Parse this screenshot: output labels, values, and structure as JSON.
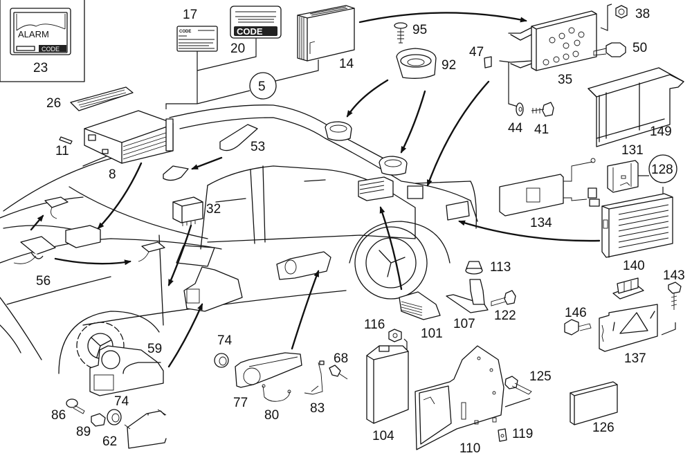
{
  "diagram": {
    "title": "Audio / radio system exploded parts diagram",
    "inset": {
      "callout": "23",
      "screen_text": "ALARM",
      "badge_text": "CODE"
    },
    "code_card_text": "CODE",
    "code_sticker_text": "CODE",
    "group_circles": [
      {
        "id": "5",
        "label": "5"
      },
      {
        "id": "128",
        "label": "128"
      }
    ],
    "callouts": [
      {
        "id": "17",
        "label": "17"
      },
      {
        "id": "20",
        "label": "20"
      },
      {
        "id": "14",
        "label": "14"
      },
      {
        "id": "95",
        "label": "95"
      },
      {
        "id": "92",
        "label": "92"
      },
      {
        "id": "47",
        "label": "47"
      },
      {
        "id": "38",
        "label": "38"
      },
      {
        "id": "50",
        "label": "50"
      },
      {
        "id": "35",
        "label": "35"
      },
      {
        "id": "44",
        "label": "44"
      },
      {
        "id": "41",
        "label": "41"
      },
      {
        "id": "149",
        "label": "149"
      },
      {
        "id": "26",
        "label": "26"
      },
      {
        "id": "11",
        "label": "11"
      },
      {
        "id": "8",
        "label": "8"
      },
      {
        "id": "53",
        "label": "53"
      },
      {
        "id": "32",
        "label": "32"
      },
      {
        "id": "56",
        "label": "56"
      },
      {
        "id": "131",
        "label": "131"
      },
      {
        "id": "134",
        "label": "134"
      },
      {
        "id": "113",
        "label": "113"
      },
      {
        "id": "140",
        "label": "140"
      },
      {
        "id": "143",
        "label": "143"
      },
      {
        "id": "146",
        "label": "146"
      },
      {
        "id": "107",
        "label": "107"
      },
      {
        "id": "122",
        "label": "122"
      },
      {
        "id": "101",
        "label": "101"
      },
      {
        "id": "137",
        "label": "137"
      },
      {
        "id": "116",
        "label": "116"
      },
      {
        "id": "125",
        "label": "125"
      },
      {
        "id": "104",
        "label": "104"
      },
      {
        "id": "110",
        "label": "110"
      },
      {
        "id": "119",
        "label": "119"
      },
      {
        "id": "126",
        "label": "126"
      },
      {
        "id": "59",
        "label": "59"
      },
      {
        "id": "74a",
        "label": "74"
      },
      {
        "id": "74b",
        "label": "74"
      },
      {
        "id": "86",
        "label": "86"
      },
      {
        "id": "89",
        "label": "89"
      },
      {
        "id": "62",
        "label": "62"
      },
      {
        "id": "77",
        "label": "77"
      },
      {
        "id": "80",
        "label": "80"
      },
      {
        "id": "83",
        "label": "83"
      },
      {
        "id": "68",
        "label": "68"
      }
    ]
  }
}
